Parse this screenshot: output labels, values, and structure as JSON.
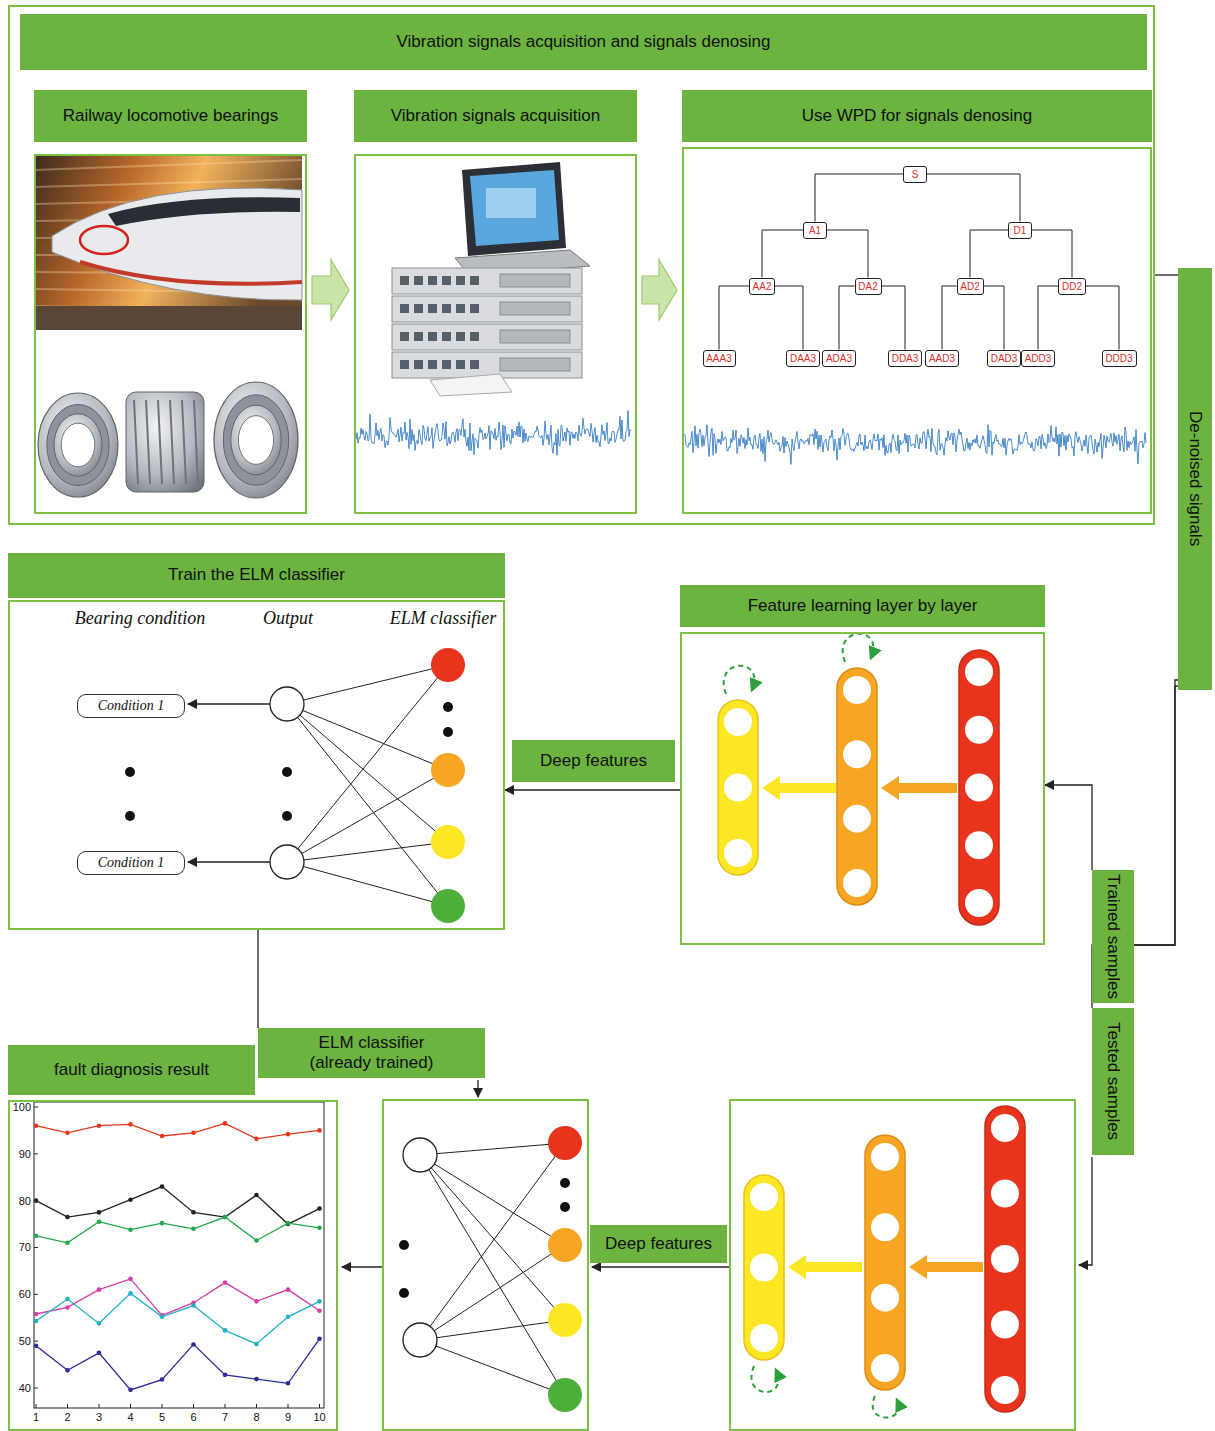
{
  "diagram": {
    "nodes": [
      {
        "text": [
          "Vibration signals acquisition and signals denosing"
        ]
      },
      {
        "text": [
          "Railway locomotive bearings"
        ],
        "in": 0
      },
      {
        "text": [
          "Vibration signals acquisition"
        ],
        "in": 0
      },
      {
        "text": [
          "Use WPD for signals denosing"
        ],
        "in": 0
      },
      {
        "text": [
          "S"
        ],
        "in": 3
      },
      {
        "text": [
          "A1"
        ],
        "in": 3
      },
      {
        "text": [
          "D1"
        ],
        "in": 3
      },
      {
        "text": [
          "AA2"
        ],
        "in": 3
      },
      {
        "text": [
          "DA2"
        ],
        "in": 3
      },
      {
        "text": [
          "AD2"
        ],
        "in": 3
      },
      {
        "text": [
          "DD2"
        ],
        "in": 3
      },
      {
        "text": [
          "AAA3"
        ],
        "in": 3
      },
      {
        "text": [
          "DAA3"
        ],
        "in": 3
      },
      {
        "text": [
          "ADA3"
        ],
        "in": 3
      },
      {
        "text": [
          "DDA3"
        ],
        "in": 3
      },
      {
        "text": [
          "AAD3"
        ],
        "in": 3
      },
      {
        "text": [
          "DAD3"
        ],
        "in": 3
      },
      {
        "text": [
          "ADD3"
        ],
        "in": 3
      },
      {
        "text": [
          "DDD3"
        ],
        "in": 3
      },
      {
        "text": [
          "De-noised signals"
        ]
      },
      {
        "text": [
          "Train the ELM classifier",
          "Bearing condition",
          "Output",
          "ELM classifier"
        ]
      },
      {
        "text": [
          "Condition 1"
        ],
        "in": 20
      },
      {
        "text": [
          "Condition 1"
        ],
        "in": 20
      },
      {
        "text": [
          "Feature learning layer by layer"
        ]
      },
      {
        "text": [
          "Trained samples"
        ]
      },
      {
        "text": [
          "ELM classifier (already trained)"
        ]
      },
      {
        "text": [
          "Tested samples"
        ]
      },
      {
        "text": [
          "fault diagnosis result"
        ]
      },
      {
        "text": [
          "Deep features"
        ]
      }
    ],
    "edges": [
      {
        "from": 4,
        "to": 5,
        "arrow": "none"
      },
      {
        "from": 4,
        "to": 6,
        "arrow": "none"
      },
      {
        "from": 5,
        "to": 7,
        "arrow": "none"
      },
      {
        "from": 5,
        "to": 8,
        "arrow": "none"
      },
      {
        "from": 6,
        "to": 9,
        "arrow": "none"
      },
      {
        "from": 6,
        "to": 10,
        "arrow": "none"
      },
      {
        "from": 7,
        "to": 11,
        "arrow": "none"
      },
      {
        "from": 7,
        "to": 12,
        "arrow": "none"
      },
      {
        "from": 8,
        "to": 13,
        "arrow": "none"
      },
      {
        "from": 8,
        "to": 14,
        "arrow": "none"
      },
      {
        "from": 9,
        "to": 15,
        "arrow": "none"
      },
      {
        "from": 9,
        "to": 16,
        "arrow": "none"
      },
      {
        "from": 10,
        "to": 17,
        "arrow": "none"
      },
      {
        "from": 10,
        "to": 18,
        "arrow": "none"
      },
      {
        "from": 1,
        "to": 2,
        "arrow": "to"
      },
      {
        "from": 2,
        "to": 3,
        "arrow": "to"
      },
      {
        "from": 0,
        "to": 19,
        "arrow": "none"
      },
      {
        "from": 19,
        "to": 24,
        "arrow": "none"
      },
      {
        "from": 19,
        "to": 26,
        "arrow": "none"
      },
      {
        "from": 24,
        "to": 23,
        "arrow": "to"
      },
      {
        "from": 23,
        "to": 20,
        "label": "Deep features",
        "arrow": "to"
      },
      {
        "from": 20,
        "to": 25,
        "arrow": "none"
      }
    ],
    "labels": [
      "100",
      "90",
      "80",
      "70",
      "60",
      "50",
      "40",
      "1",
      "2",
      "3",
      "4",
      "5",
      "6",
      "7",
      "8",
      "9",
      "10"
    ]
  }
}
